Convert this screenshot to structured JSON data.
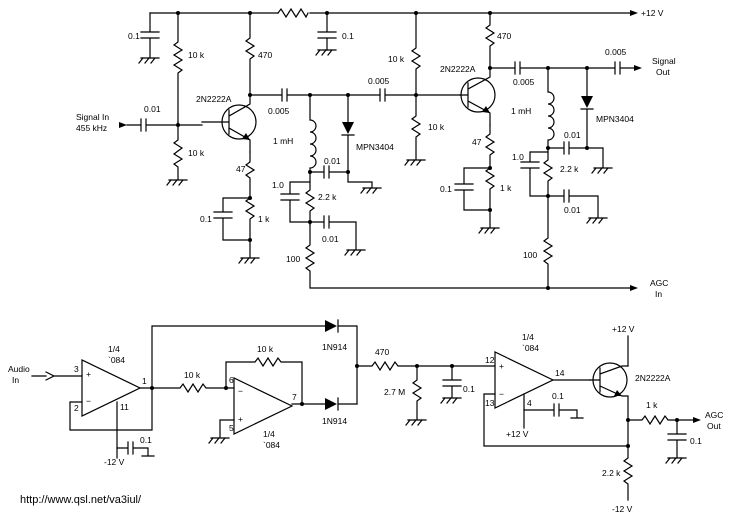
{
  "labels": {
    "plus12_top": "+12 V",
    "c_top_left": "0.1",
    "r_top_bias": "10 k",
    "r_coll1": "470",
    "c_top_mid": "0.1",
    "q1": "2N2222A",
    "signal_in": "Signal In",
    "signal_in_freq": "455 kHz",
    "c_in": "0.01",
    "c_coup1": "0.005",
    "r_bot_bias": "10 k",
    "r_emit1": "47",
    "c_emit1": "0.1",
    "r_emit1b": "1 k",
    "l1": "1 mH",
    "d1": "MPN3404",
    "c_d1": "0.01",
    "c_tank1": "1.0",
    "r_tank1": "2.2 k",
    "c_tank1b": "0.01",
    "r_agc1": "100",
    "c_coup2": "0.005",
    "r_b2_top": "10 k",
    "r_b2_bot": "10 k",
    "q2": "2N2222A",
    "r_coll2": "470",
    "r_emit2": "47",
    "c_emit2": "0.1",
    "r_emit2b": "1 k",
    "c_out1": "0.005",
    "c_out2": "0.005",
    "signal_out_1": "Signal",
    "signal_out_2": "Out",
    "l2": "1 mH",
    "d2": "MPN3404",
    "c_d2": "0.01",
    "c_tank2": "1.0",
    "r_tank2": "2.2 k",
    "c_tank2b": "0.01",
    "r_agc2": "100",
    "agc_in_1": "AGC",
    "agc_in_2": "In",
    "audio_in_1": "Audio",
    "audio_in_2": "In",
    "u1_frac": "1/4",
    "u1_part": "`084",
    "u1_pin3": "3",
    "u1_pin2": "2",
    "u1_pin1": "1",
    "u1_pin11": "11",
    "r_u1_out": "10 k",
    "r_fb": "10 k",
    "u2_pin6": "6",
    "u2_pin5": "5",
    "u2_pin7": "7",
    "u2_frac": "1/4",
    "u2_part": "`084",
    "c_neg": "0.1",
    "minus12_left": "-12 V",
    "d3": "1N914",
    "d4": "1N914",
    "r_det": "470",
    "r_det_shunt": "2.7 M",
    "c_det": "0.1",
    "u3_frac": "1/4",
    "u3_part": "`084",
    "u3_pin12": "12",
    "u3_pin14": "14",
    "u3_pin13": "13",
    "u3_pin4": "4",
    "c_u3": "0.1",
    "plus12_u3": "+12 V",
    "plus12_q3": "+12 V",
    "q3": "2N2222A",
    "r_agc_out": "1 k",
    "agc_out_1": "AGC",
    "agc_out_2": "Out",
    "c_agc_out": "0.1",
    "r_q3_emit": "2.2 k",
    "minus12_bottom": "-12 V",
    "url": "http://www.qsl.net/va3iul/"
  }
}
